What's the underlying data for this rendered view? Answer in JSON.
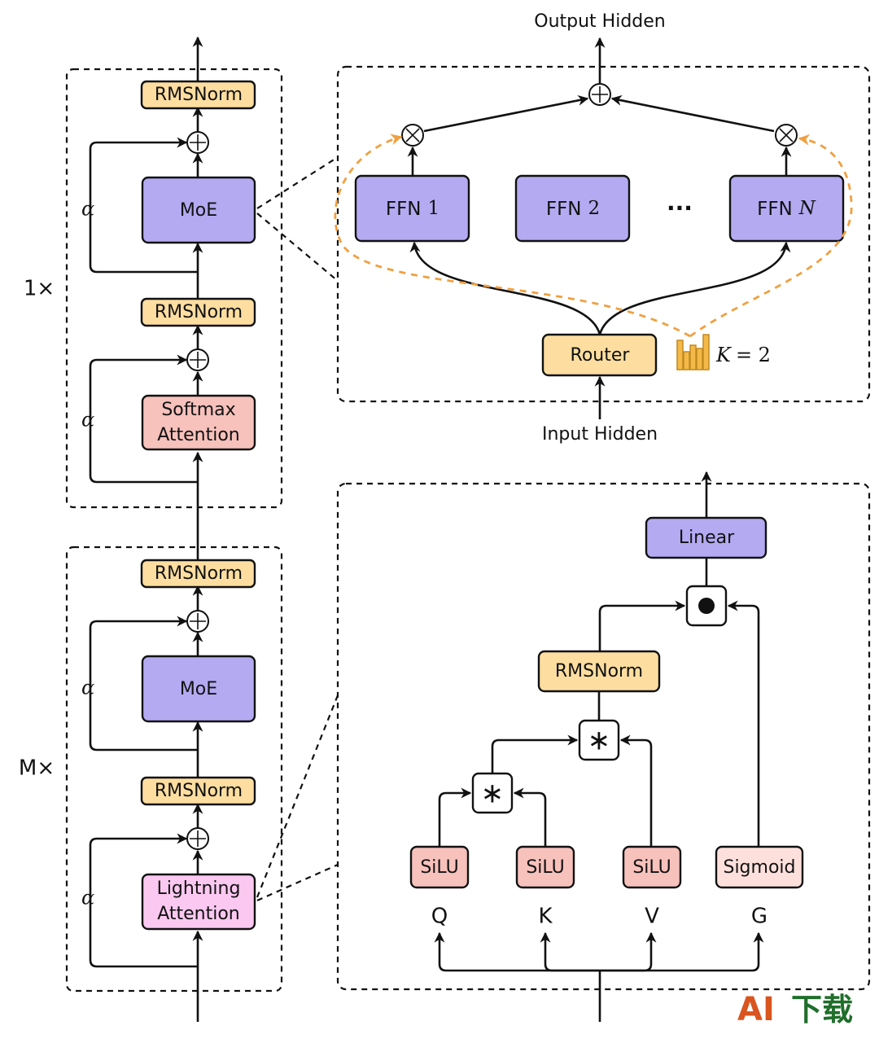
{
  "top_block": {
    "repeat_label": "1×",
    "top_norm": "RMSNorm",
    "moe": "MoE",
    "mid_norm": "RMSNorm",
    "attention_line1": "Softmax",
    "attention_line2": "Attention",
    "alpha": "α"
  },
  "bottom_block": {
    "repeat_label": "M×",
    "top_norm": "RMSNorm",
    "moe": "MoE",
    "mid_norm": "RMSNorm",
    "attention_line1": "Lightning",
    "attention_line2": "Attention",
    "alpha": "α"
  },
  "moe_panel": {
    "output_label": "Output Hidden",
    "input_label": "Input Hidden",
    "ffn1_prefix": "FFN",
    "ffn1_index": "1",
    "ffn2_prefix": "FFN",
    "ffn2_index": "2",
    "ellipsis": "···",
    "ffnN_prefix": "FFN",
    "ffnN_index": "N",
    "router": "Router",
    "k_label": "K = 2",
    "k_var": "K",
    "k_eq": "= 2"
  },
  "lightning_panel": {
    "linear": "Linear",
    "norm": "RMSNorm",
    "silu_q": "SiLU",
    "silu_k": "SiLU",
    "silu_v": "SiLU",
    "sigmoid": "Sigmoid",
    "q": "Q",
    "k": "K",
    "v": "V",
    "g": "G",
    "star_op": "∗",
    "dot_op": "●"
  },
  "watermark": {
    "text_ai": "AI",
    "text_cn": "下载"
  },
  "colors": {
    "block_bg": "#ebebeb",
    "moe_panel_bg": "#f1f0fc",
    "lightning_panel_bg": "#fdf1fb",
    "norm_fill": "#fddea0",
    "moe_fill": "#b4aaf2",
    "softmax_fill": "#f7c1bc",
    "lightning_fill": "#fac8f0",
    "sigmoid_fill": "#fde0dc",
    "routing_dash": "#f0a040"
  }
}
